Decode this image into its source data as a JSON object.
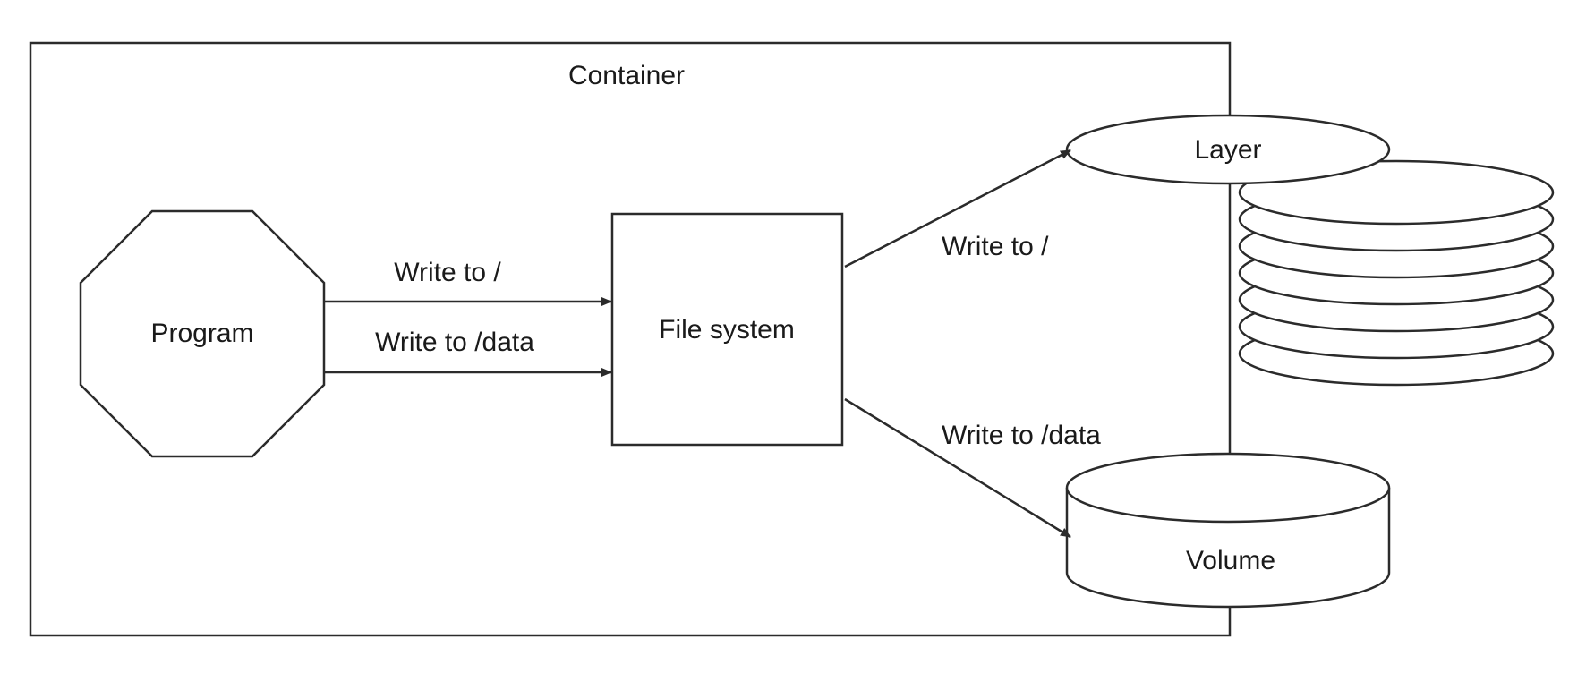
{
  "container": {
    "label": "Container"
  },
  "program": {
    "label": "Program"
  },
  "file_system": {
    "label": "File system"
  },
  "layer": {
    "label": "Layer"
  },
  "volume": {
    "label": "Volume"
  },
  "edges": {
    "program_to_fs_root": {
      "label": "Write to /"
    },
    "program_to_fs_data": {
      "label": "Write to /data"
    },
    "fs_to_layer": {
      "label": "Write to /"
    },
    "fs_to_volume": {
      "label": "Write to /data"
    }
  },
  "colors": {
    "stroke": "#2b2b2b",
    "text": "#1a1a1a",
    "background": "#ffffff"
  }
}
